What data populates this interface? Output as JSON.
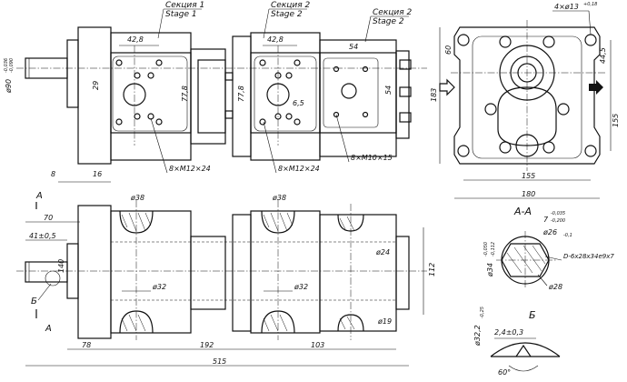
{
  "labels": {
    "section1_ru": "Секция 1",
    "section1_en": "Stage 1",
    "section2a_ru": "Секция 2",
    "section2a_en": "Stage 2",
    "section2b_ru": "Секция 2",
    "section2b_en": "Stage 2",
    "holes_right": "4×ø13",
    "holes_right_tol": "+0,18",
    "bolts1": "8×M12×24",
    "bolts2": "8×M12×24",
    "bolts3": "8×M10×15",
    "section_aa": "А-А",
    "view_b": "Б",
    "spline": "D-6x28x34e9x7",
    "cut_a_top": "А",
    "cut_a_bottom": "А",
    "cut_b_left": "Б"
  },
  "dims": {
    "d42_8_a": "42,8",
    "d42_8_b": "42,8",
    "d54_top": "54",
    "d54_side": "54",
    "d29": "29",
    "d77_8_a": "77,8",
    "d77_8_b": "77,8",
    "d6_5": "6,5",
    "d90": "ø90",
    "d90_tol_a": "-0,036",
    "d90_tol_b": "-0,090",
    "d60": "60",
    "d44_5": "44,5",
    "d183": "183",
    "d155_v": "155",
    "d155_h": "155",
    "d180": "180",
    "d8": "8",
    "d16": "16",
    "d70": "70",
    "d41": "41±0,5",
    "d140": "140",
    "d38_a": "ø38",
    "d38_b": "ø38",
    "d32_a": "ø32",
    "d32_b": "ø32",
    "d24": "ø24",
    "d19": "ø19",
    "d112": "112",
    "d78": "78",
    "d192": "192",
    "d103": "103",
    "d515": "515",
    "d7": "7",
    "d7_tol_a": "-0,035",
    "d7_tol_b": "-0,200",
    "d26": "ø26",
    "d26_tol": "-0,1",
    "d34": "ø34",
    "d34_tol_a": "-0,050",
    "d34_tol_b": "-0,112",
    "d28": "ø28",
    "d32_2": "ø32,2",
    "d32_2_tol": "-0,25",
    "d2_4": "2,4±0,3",
    "d60deg": "60°"
  }
}
